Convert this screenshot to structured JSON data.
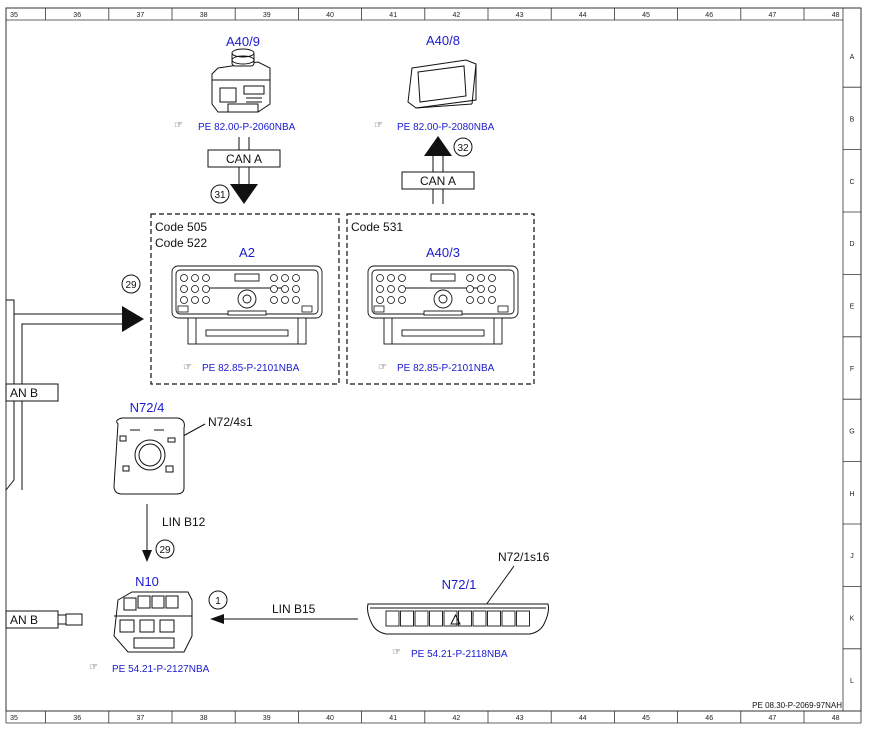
{
  "grid": {
    "columns": [
      "35",
      "36",
      "37",
      "38",
      "39",
      "40",
      "41",
      "42",
      "43",
      "44",
      "45",
      "46",
      "47",
      "48"
    ],
    "rows": [
      "A",
      "B",
      "C",
      "D",
      "E",
      "F",
      "G",
      "H",
      "J",
      "K",
      "L"
    ]
  },
  "components": {
    "a40_9": {
      "label": "A40/9",
      "ref": "PE 82.00-P-2060NBA"
    },
    "a40_8": {
      "label": "A40/8",
      "ref": "PE 82.00-P-2080NBA"
    },
    "a2": {
      "label": "A2",
      "ref": "PE 82.85-P-2101NBA"
    },
    "a40_3": {
      "label": "A40/3",
      "ref": "PE 82.85-P-2101NBA"
    },
    "n72_4": {
      "label": "N72/4",
      "sub": "N72/4s1"
    },
    "n10": {
      "label": "N10",
      "ref": "PE 54.21-P-2127NBA"
    },
    "n72_1": {
      "label": "N72/1",
      "sub": "N72/1s16",
      "ref": "PE 54.21-P-2118NBA"
    }
  },
  "codes": {
    "left_line1": "Code 505",
    "left_line2": "Code 522",
    "right_line1": "Code 531"
  },
  "buses": {
    "can_a_left": "CAN A",
    "can_a_right": "CAN A",
    "can_b_upper": "AN B",
    "can_b_lower": "AN B",
    "lin_b12": "LIN B12",
    "lin_b15": "LIN B15"
  },
  "callouts": {
    "c31": "31",
    "c32": "32",
    "c29_upper": "29",
    "c29_lower": "29",
    "c1": "1"
  },
  "doc_ref": "PE 08.30-P-2069-97NAH",
  "colors": {
    "component_label": "#1a1ad0",
    "line": "#111111"
  }
}
